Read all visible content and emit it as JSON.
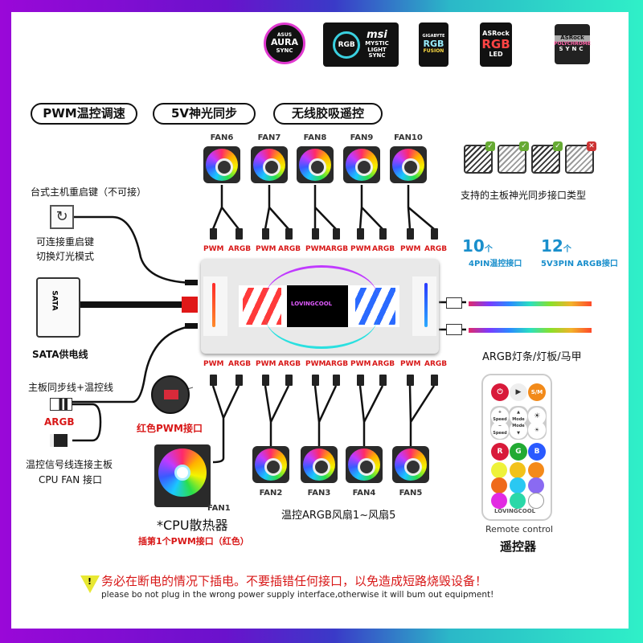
{
  "logos": [
    {
      "brand": "ASUS",
      "line1": "AURA",
      "line2": "SYNC"
    },
    {
      "brand": "msi",
      "badge": "RGB",
      "line1": "MYSTIC",
      "line2": "LIGHT",
      "line3": "SYNC"
    },
    {
      "brand": "GIGABYTE",
      "line1": "RGB",
      "line2": "FUSION"
    },
    {
      "brand": "ASRock",
      "line1": "RGB",
      "line2": "LED"
    },
    {
      "brand": "ASRock",
      "line1": "POLYCHROME",
      "line2": "SYNC"
    }
  ],
  "features": [
    "PWM温控调速",
    "5V神光同步",
    "无线胶吸遥控"
  ],
  "top_fans": [
    "FAN6",
    "FAN7",
    "FAN8",
    "FAN9",
    "FAN10"
  ],
  "bottom_fans": [
    "FAN2",
    "FAN3",
    "FAN4",
    "FAN5"
  ],
  "port_labels": {
    "pwm": "PWM",
    "argb": "ARGB"
  },
  "hub": {
    "brand": "LOVINGCOOL"
  },
  "left": {
    "reset_title": "台式主机重启键（不可接）",
    "reset_desc1": "可连接重启键",
    "reset_desc2": "切换灯光模式",
    "sata_connector": "SATA",
    "sata_label": "SATA供电线",
    "sync_label": "主板同步线+温控线",
    "argb_label": "ARGB",
    "signal_label1": "温控信号线连接主板",
    "signal_label2": "CPU FAN 接口"
  },
  "cpu": {
    "red_port_label": "红色PWM接口",
    "fan_label": "FAN1",
    "title": "*CPU散热器",
    "note": "插第1个PWM接口（红色）"
  },
  "fan_group_label": "温控ARGB风扇1~风扇5",
  "right": {
    "supported_label": "支持的主板神光同步接口类型",
    "supported_status": [
      "ok",
      "ok",
      "ok",
      "no"
    ],
    "count_pwm": "10",
    "count_pwm_unit": "个",
    "pwm_port_label": "4PIN温控接口",
    "count_argb": "12",
    "count_argb_unit": "个",
    "argb_port_label": "5V3PIN ARGB接口",
    "strip_label": "ARGB灯条/灯板/马甲"
  },
  "remote": {
    "buttons_top": [
      "power",
      "play",
      "S/M"
    ],
    "speed_up": "Speed",
    "speed_down": "Speed",
    "mode_up": "Mode",
    "mode_down": "Mode",
    "rgb": [
      "R",
      "G",
      "B"
    ],
    "colors": [
      "#ff2a3a",
      "#22aa33",
      "#2a5aff",
      "#eef23a",
      "#f2c21a",
      "#f48a1a",
      "#ef6a1a",
      "#2ac8f2",
      "#8a6af2",
      "#e22ae2",
      "#2ad8a8",
      "#ffffff"
    ],
    "brand": "LOVINGCOOL",
    "label_en": "Remote control",
    "label_cn": "遥控器"
  },
  "warning": {
    "cn": "务必在断电的情况下插电。不要插错任何接口，以免造成短路烧毁设备！",
    "en": "please bo not plug in the wrong power supply interface,otherwise it will bum out equipment!"
  }
}
